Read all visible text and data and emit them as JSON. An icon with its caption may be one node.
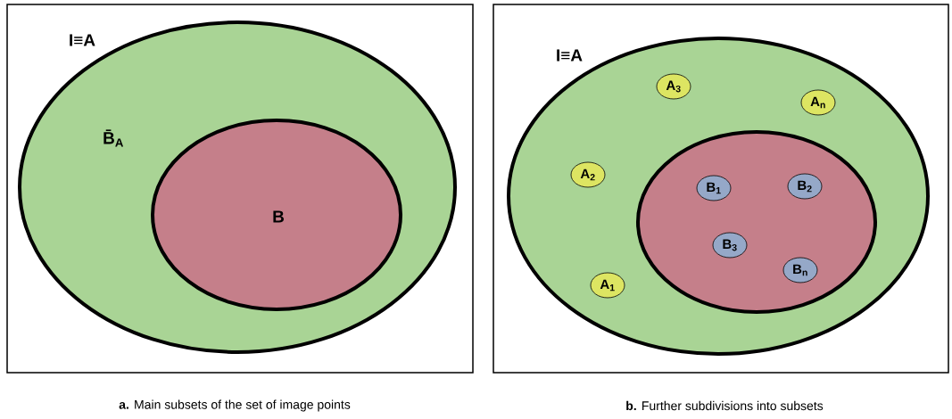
{
  "diagram": {
    "nodes": [
      {
        "text": [
          "**a.** Main subsets of the set of image points"
        ]
      },
      {
        "text": [
          "I≡A",
          "B̄$_{A}$"
        ],
        "in": 0
      },
      {
        "text": [
          "B"
        ],
        "in": 1
      },
      {
        "text": [
          "**b.** Further subdivisions into subsets"
        ]
      },
      {
        "text": [
          "I≡A"
        ],
        "in": 3
      },
      {
        "text": [],
        "shape": "ellipse",
        "in": 4
      },
      {
        "text": [
          "A$_{3}$"
        ],
        "in": 4
      },
      {
        "text": [
          "A$_{n}$"
        ],
        "in": 4
      },
      {
        "text": [
          "A$_{2}$"
        ],
        "in": 4
      },
      {
        "text": [
          "A$_{1}$"
        ],
        "in": 4
      },
      {
        "text": [
          "B$_{1}$"
        ],
        "in": 5
      },
      {
        "text": [
          "B$_{2}$"
        ],
        "in": 5
      },
      {
        "text": [
          "B$_{3}$"
        ],
        "in": 5
      },
      {
        "text": [
          "B$_{n}$"
        ],
        "in": 5
      }
    ]
  }
}
